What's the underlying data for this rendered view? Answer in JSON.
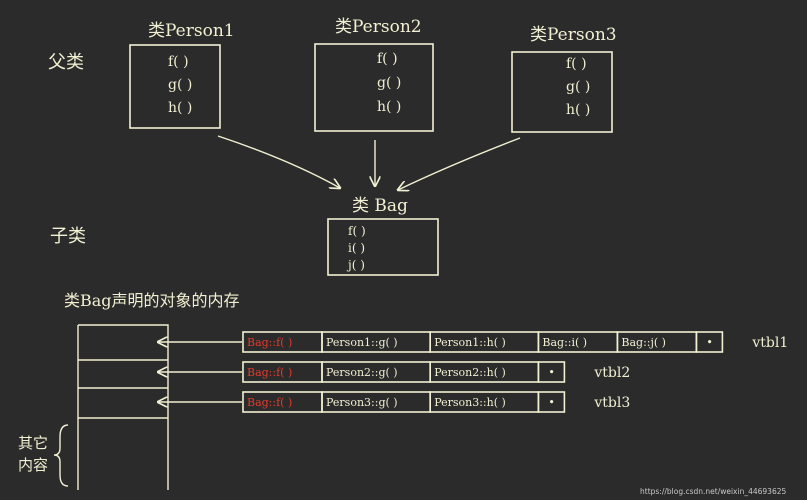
{
  "labels": {
    "parent_class": "父类",
    "child_class": "子类",
    "memory_title": "类Bag声明的对象的内存",
    "other_content": "其它\n内容",
    "footer": "https://blog.csdn.net/weixin_44693625"
  },
  "classes": [
    {
      "title": "类Person1",
      "methods": [
        "f(  )",
        "g(  )",
        "h(  )"
      ]
    },
    {
      "title": "类Person2",
      "methods": [
        "f(  )",
        "g(  )",
        "h(  )"
      ]
    },
    {
      "title": "类Person3",
      "methods": [
        "f(  )",
        "g(  )",
        "h(  )"
      ]
    }
  ],
  "bag": {
    "title": "类 Bag",
    "methods": [
      {
        "text": "f(  )",
        "color": "#e03a2e"
      },
      {
        "text": "i(  )",
        "color": "#f2f0d2"
      },
      {
        "text": "j(  )",
        "color": "#f2f0d2"
      }
    ]
  },
  "vtables": [
    {
      "name": "vtbl1",
      "cells": [
        {
          "text": "Bag::f(  )",
          "color": "#e03a2e"
        },
        {
          "text": "Person1::g(  )",
          "color": "#f2f0d2"
        },
        {
          "text": "Person1::h(  )",
          "color": "#f2f0d2"
        },
        {
          "text": "Bag::i(  )",
          "color": "#f2f0d2"
        },
        {
          "text": "Bag::j(  )",
          "color": "#f2f0d2"
        },
        {
          "text": "•",
          "color": "#f2f0d2"
        }
      ]
    },
    {
      "name": "vtbl2",
      "cells": [
        {
          "text": "Bag::f(  )",
          "color": "#e03a2e"
        },
        {
          "text": "Person2::g(  )",
          "color": "#f2f0d2"
        },
        {
          "text": "Person2::h(  )",
          "color": "#f2f0d2"
        },
        {
          "text": "•",
          "color": "#f2f0d2"
        }
      ]
    },
    {
      "name": "vtbl3",
      "cells": [
        {
          "text": "Bag::f(  )",
          "color": "#e03a2e"
        },
        {
          "text": "Person3::g(  )",
          "color": "#f2f0d2"
        },
        {
          "text": "Person3::h(  )",
          "color": "#f2f0d2"
        },
        {
          "text": "•",
          "color": "#f2f0d2"
        }
      ]
    }
  ]
}
